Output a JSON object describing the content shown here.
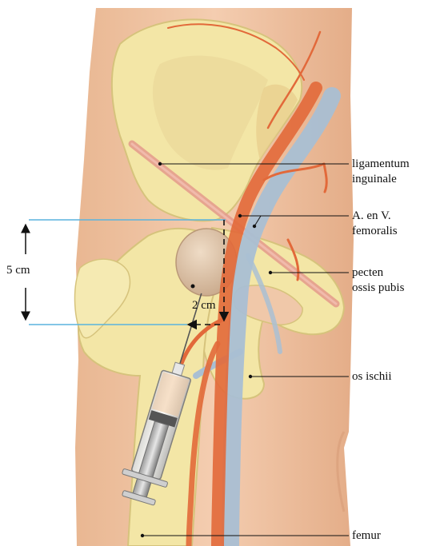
{
  "labels": {
    "ligamentum_line1": "ligamentum",
    "ligamentum_line2": "inguinale",
    "vessels_line1": "A. en V.",
    "vessels_line2": "femoralis",
    "pecten_line1": "pecten",
    "pecten_line2": "ossis pubis",
    "os_ischii": "os ischii",
    "femur": "femur"
  },
  "measurements": {
    "vertical": "5 cm",
    "horizontal": "2 cm"
  },
  "colors": {
    "skin": "#f2c7a5",
    "bone": "#f3e6a6",
    "bone_edge": "#d6c37c",
    "artery": "#e2693a",
    "vein": "#a9bfd3",
    "ligament": "#e49a8c",
    "femoral_head": "#dcc3aa",
    "reference_line": "#5ab4dd"
  }
}
